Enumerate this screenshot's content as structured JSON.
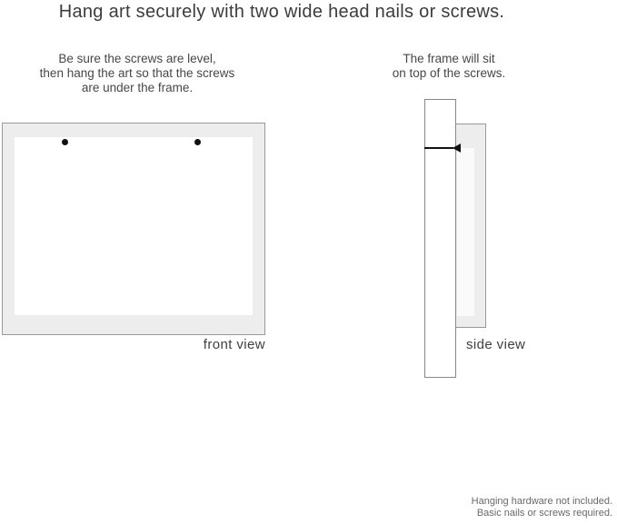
{
  "title": "Hang art securely with two wide head nails or screws.",
  "instructions": {
    "left": {
      "lines": [
        "Be sure the screws are level,",
        "then hang the art so that the screws",
        "are under the frame."
      ]
    },
    "right": {
      "lines": [
        "The frame will sit",
        "on top of the screws."
      ]
    }
  },
  "views": {
    "front": {
      "label": "front view"
    },
    "side": {
      "label": "side view"
    }
  },
  "footer": {
    "lines": [
      "Hanging hardware not included.",
      "Basic nails or screws required."
    ]
  },
  "colors": {
    "background": "#ffffff",
    "frame_fill": "#ededed",
    "frame_border": "#999999",
    "wall_border": "#888888",
    "nail": "#111111",
    "text": "#414141",
    "footer_text": "#696969"
  }
}
